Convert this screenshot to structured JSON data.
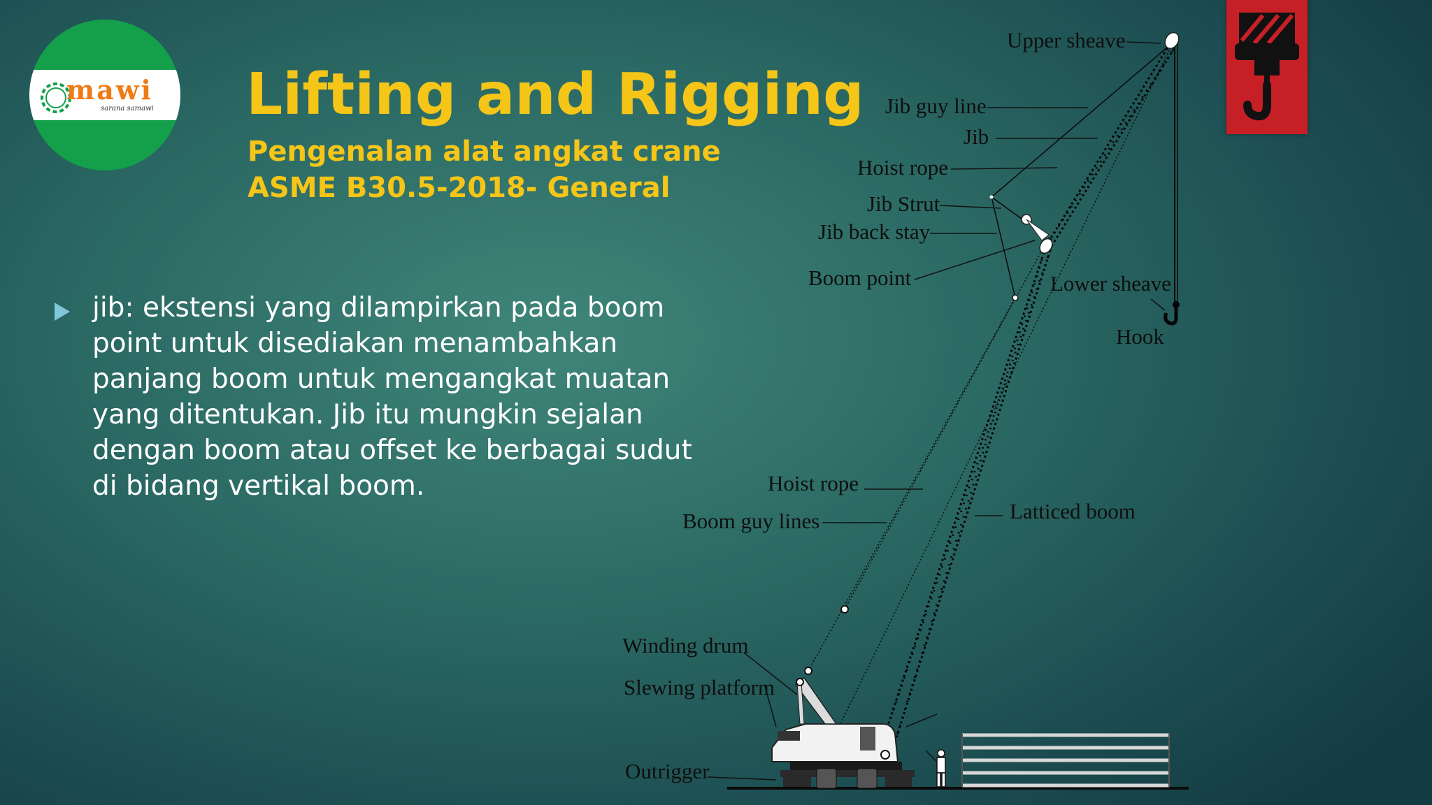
{
  "logo": {
    "name": "mawi",
    "tagline": "sarana samawi"
  },
  "slide": {
    "title": "Lifting and Rigging",
    "subtitle_1": "Pengenalan alat angkat crane",
    "subtitle_2": "ASME B30.5-2018- General",
    "bullet": "jib: ekstensi yang dilampirkan pada boom point untuk disediakan menambahkan panjang boom untuk mengangkat muatan yang ditentukan. Jib itu mungkin sejalan dengan boom atau offset ke berbagai sudut di bidang vertikal boom."
  },
  "diagram": {
    "labels": {
      "upper_sheave": "Upper sheave",
      "jib_guy_line": "Jib guy line",
      "jib": "Jib",
      "hoist_rope_top": "Hoist rope",
      "jib_strut": "Jib Strut",
      "jib_back_stay": "Jib back stay",
      "boom_point": "Boom point",
      "lower_sheave": "Lower sheave",
      "hook": "Hook",
      "hoist_rope_bottom": "Hoist rope",
      "latticed_boom": "Latticed boom",
      "boom_guy_lines": "Boom guy lines",
      "winding_drum": "Winding drum",
      "slewing_platform": "Slewing platform",
      "outrigger": "Outrigger"
    }
  },
  "icons": {
    "corner": "crane-hook-icon",
    "bullet": "triangle-bullet-icon"
  },
  "colors": {
    "title": "#f5c518",
    "accent_red": "#c62026",
    "logo_green": "#14a04a",
    "logo_orange": "#f07a14"
  }
}
